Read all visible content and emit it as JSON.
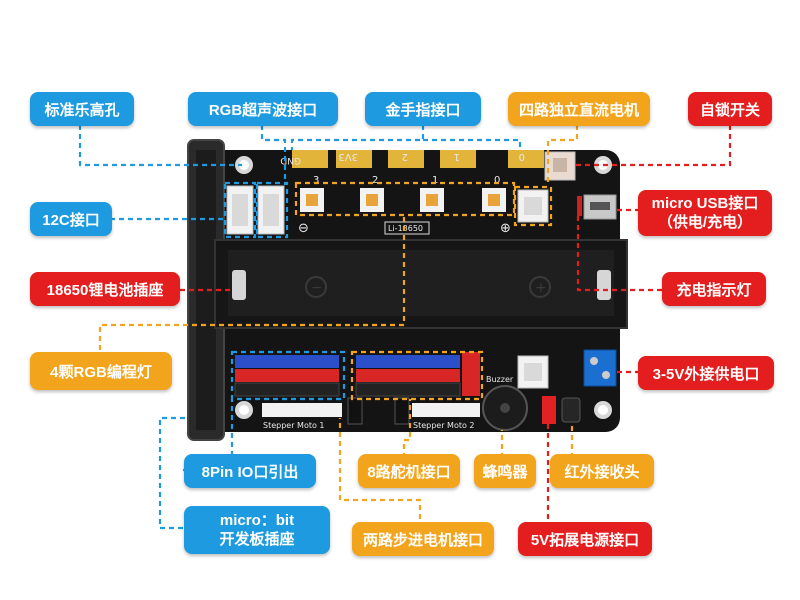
{
  "labels": {
    "lego_hole": "标准乐高孔",
    "rgb_ultrasonic": "RGB超声波接口",
    "gold_finger": "金手指接口",
    "four_dc_motor": "四路独立直流电机",
    "self_lock_switch": "自锁开关",
    "i2c": "12C接口",
    "micro_usb_line1": "micro USB接口",
    "micro_usb_line2": "（供电/充电）",
    "battery_holder": "18650锂电池插座",
    "charge_led": "充电指示灯",
    "rgb_leds": "4颗RGB编程灯",
    "ext_power": "3-5V外接供电口",
    "io_8pin": "8Pin IO口引出",
    "servo_8": "8路舵机接口",
    "buzzer": "蜂鸣器",
    "ir_receiver": "红外接收头",
    "microbit_line1": "micro：bit",
    "microbit_line2": "开发板插座",
    "stepper_2": "两路步进电机接口",
    "power_5v": "5V拓展电源接口"
  },
  "silkscreen": {
    "gnd": "GND",
    "pad_3v3": "3V3",
    "pad_2": "2",
    "pad_1": "1",
    "pad_0": "0",
    "led_3": "3",
    "led_2": "2",
    "led_1": "1",
    "led_0": "0",
    "battery": "Li-18650",
    "minus": "⊖",
    "plus": "⊕",
    "buzzer": "Buzzer",
    "stepper1": "Stepper Moto 1",
    "stepper2": "Stepper Moto 2",
    "battery_minus": "−",
    "battery_plus": "+"
  },
  "colors": {
    "blue": "#1e9be0",
    "orange": "#f3a41d",
    "red": "#e41e1e",
    "board": "#111111",
    "gold": "#e2b43a"
  }
}
